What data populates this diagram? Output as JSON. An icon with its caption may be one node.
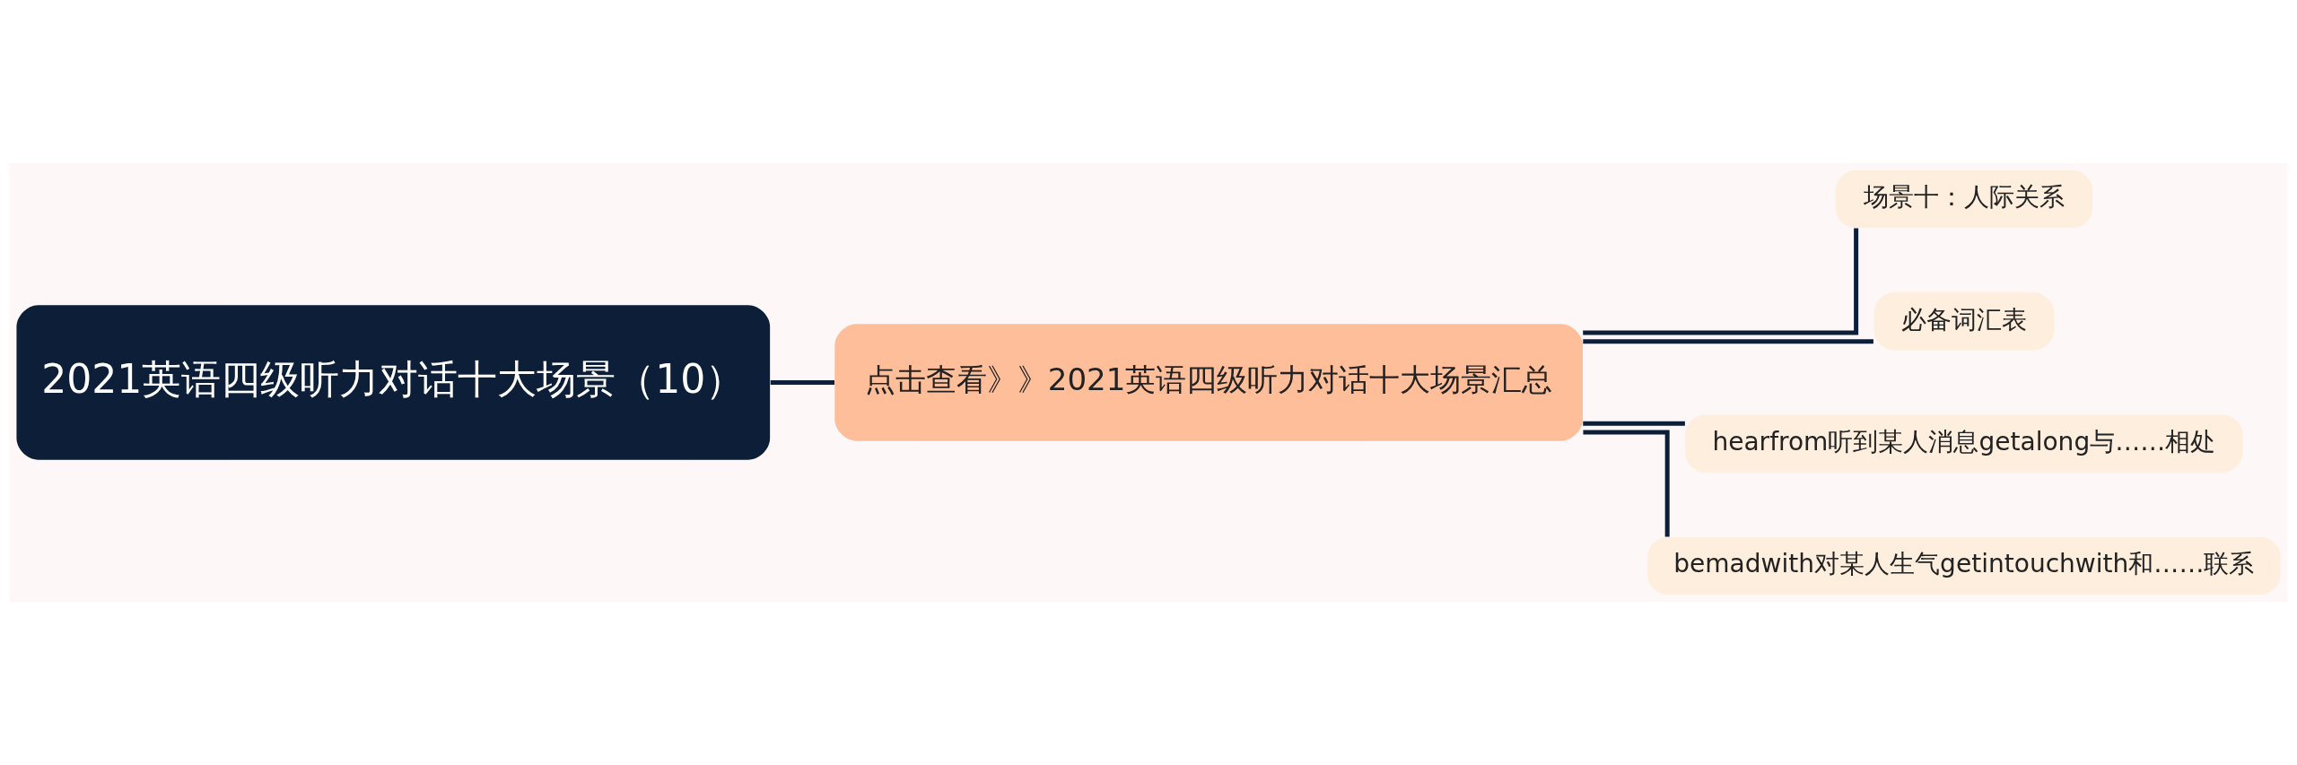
{
  "diagram": {
    "nodes": [
      {
        "text": [
          "2021英语四级听力对话十大场景（10）"
        ]
      },
      {
        "text": [
          "点击查看》》2021英语四级听力对话十大场景汇总"
        ]
      },
      {
        "text": [
          "场景十：人际关系"
        ]
      },
      {
        "text": [
          "必备词汇表"
        ]
      },
      {
        "text": [
          "hearfrom听到某人消息getalong与……相处"
        ]
      },
      {
        "text": [
          "bemadwith对某人生气getintouchwith和……联系"
        ]
      }
    ],
    "edges": [
      {
        "from": 0,
        "to": 1,
        "arrow": "none"
      },
      {
        "from": 1,
        "to": 2,
        "arrow": "none"
      },
      {
        "from": 1,
        "to": 3,
        "arrow": "none"
      },
      {
        "from": 1,
        "to": 4,
        "arrow": "none"
      },
      {
        "from": 1,
        "to": 5,
        "arrow": "none"
      }
    ]
  }
}
